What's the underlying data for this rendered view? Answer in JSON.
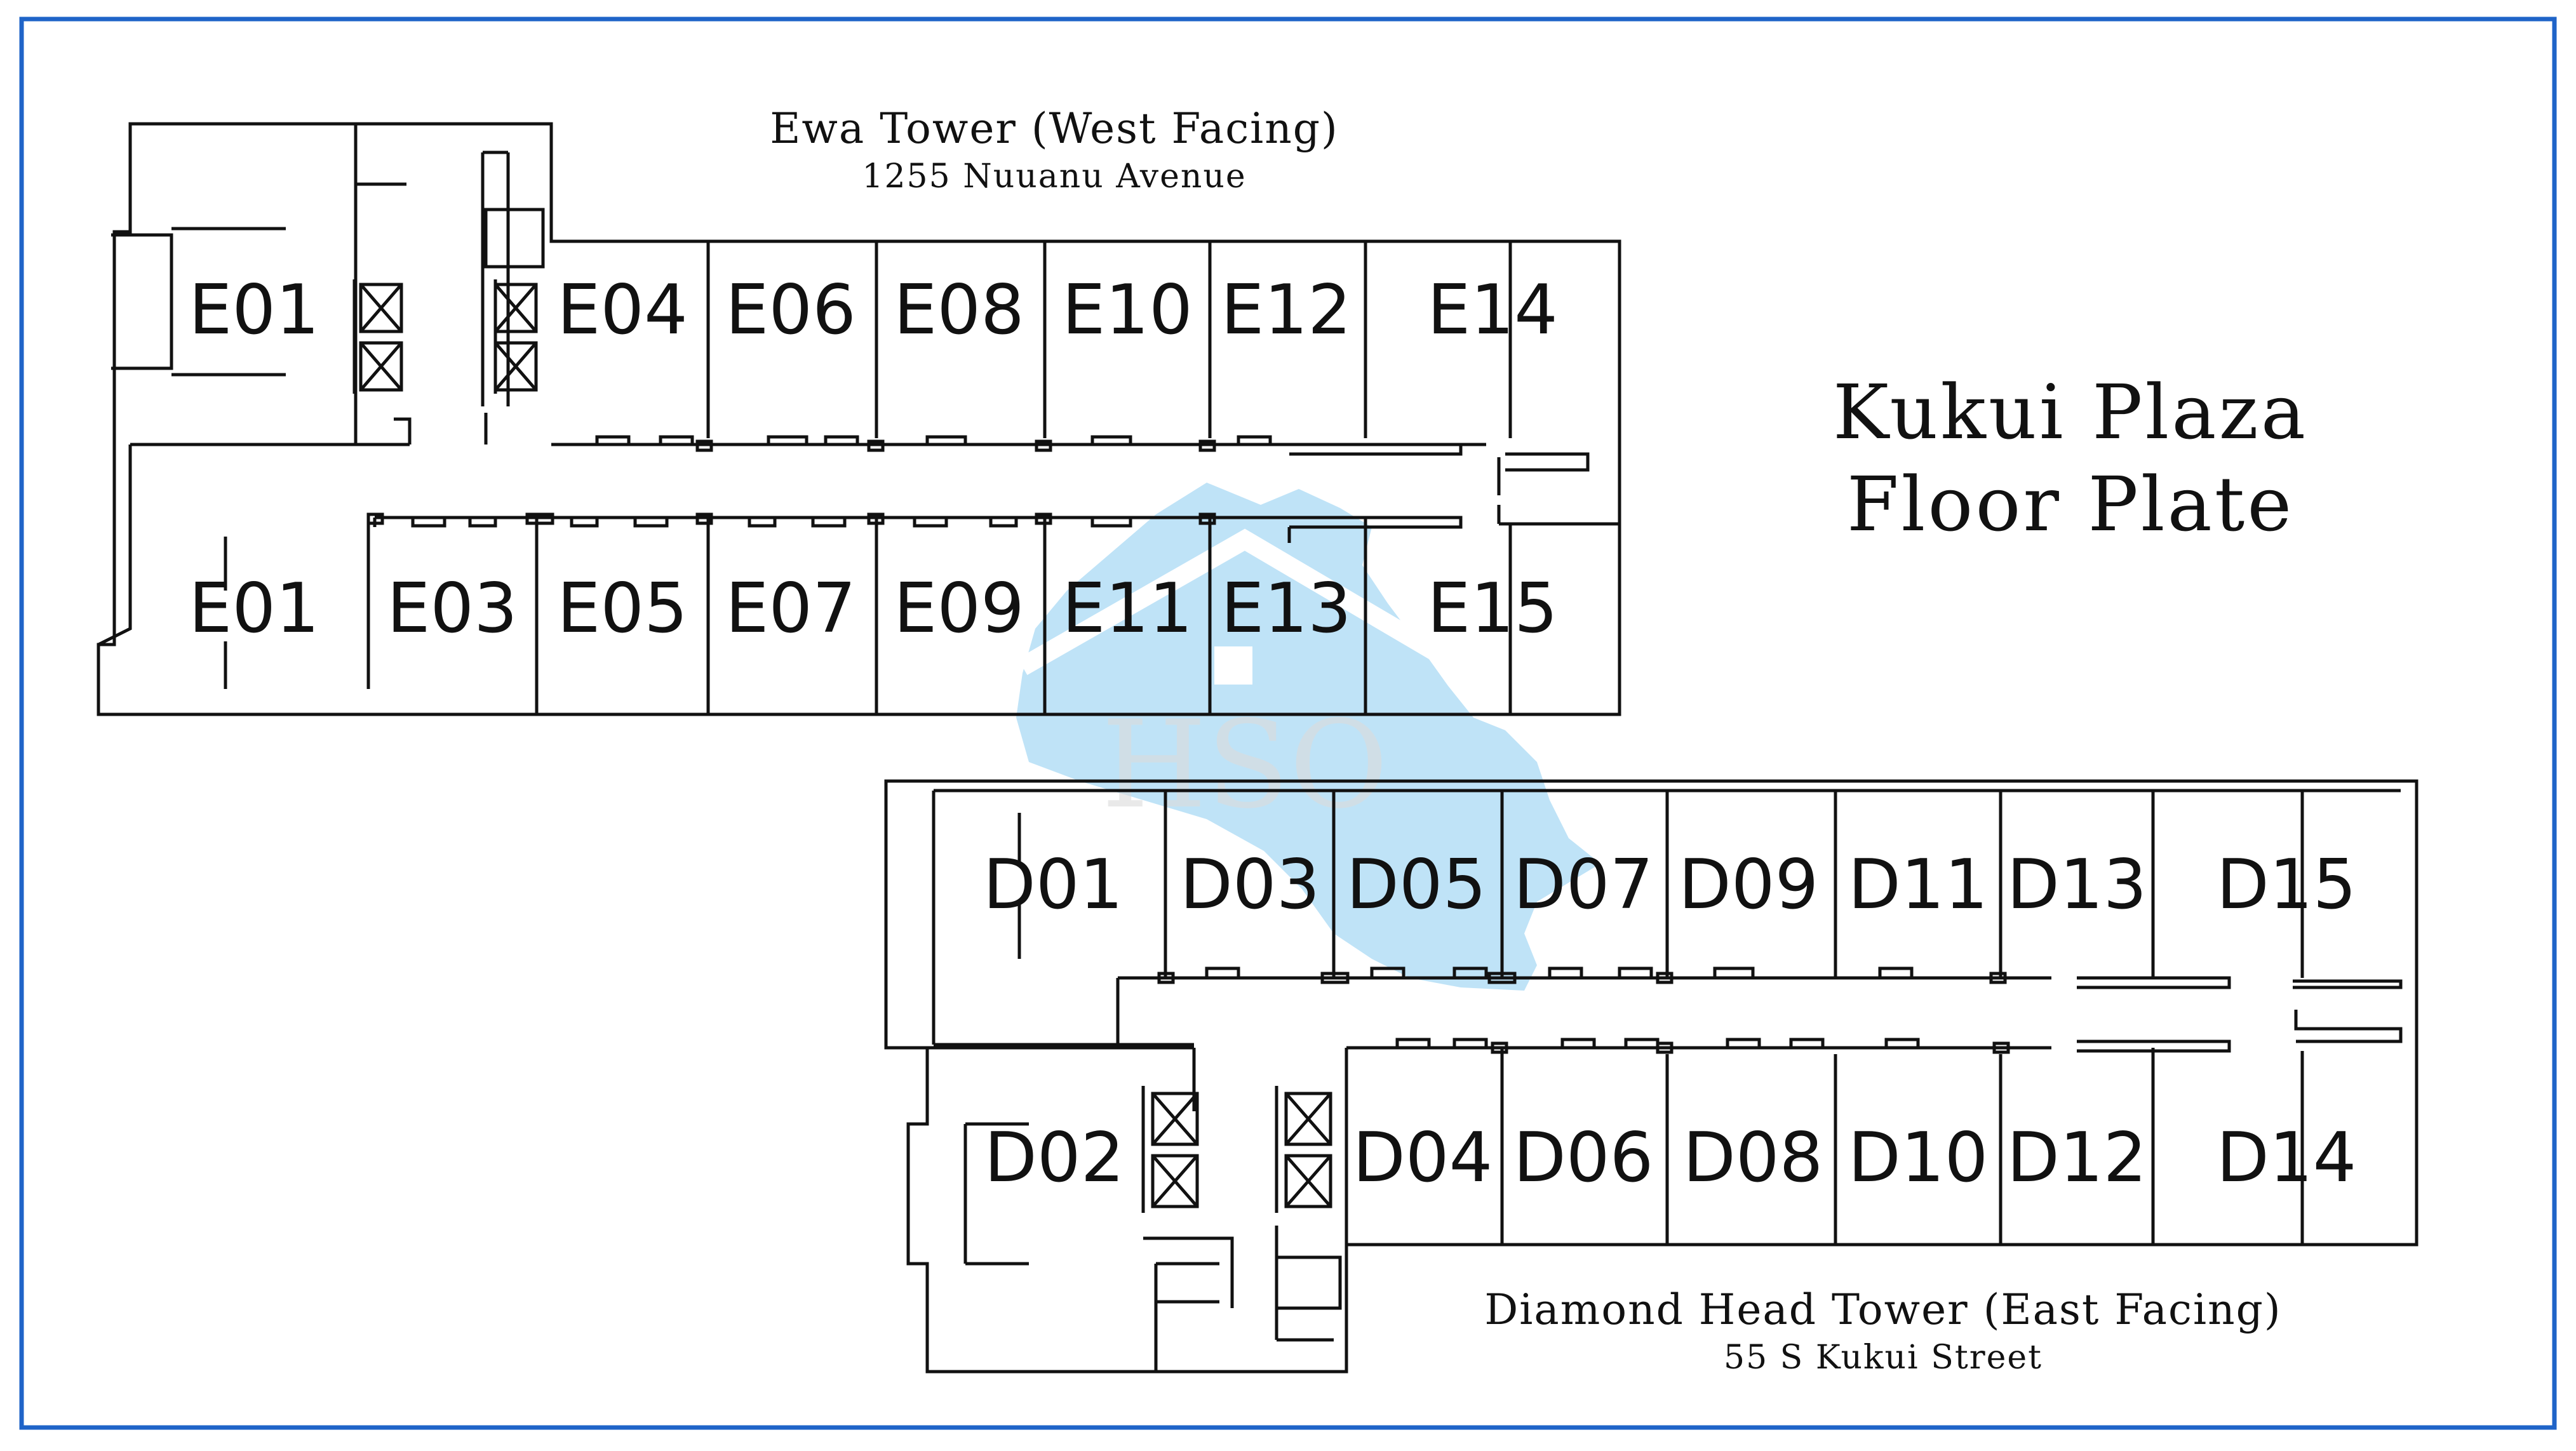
{
  "title": {
    "line1": "Kukui Plaza",
    "line2": "Floor Plate"
  },
  "ewa_tower": {
    "name": "Ewa Tower (West Facing)",
    "address": "1255 Nuuanu Avenue",
    "units_top": [
      "E01",
      "E04",
      "E06",
      "E08",
      "E10",
      "E12",
      "E14"
    ],
    "units_bottom": [
      "E01",
      "E03",
      "E05",
      "E07",
      "E09",
      "E11",
      "E13",
      "E15"
    ]
  },
  "diamond_head_tower": {
    "name": "Diamond Head Tower (East Facing)",
    "address": "55 S Kukui Street",
    "units_top": [
      "D01",
      "D03",
      "D05",
      "D07",
      "D09",
      "D11",
      "D13",
      "D15"
    ],
    "units_bottom": [
      "D02",
      "D04",
      "D06",
      "D08",
      "D10",
      "D12",
      "D14"
    ]
  },
  "watermark": {
    "text": "HSO"
  },
  "colors": {
    "frame": "#1f64c8",
    "walls": "#111111",
    "watermark": "#bfe3f7"
  }
}
